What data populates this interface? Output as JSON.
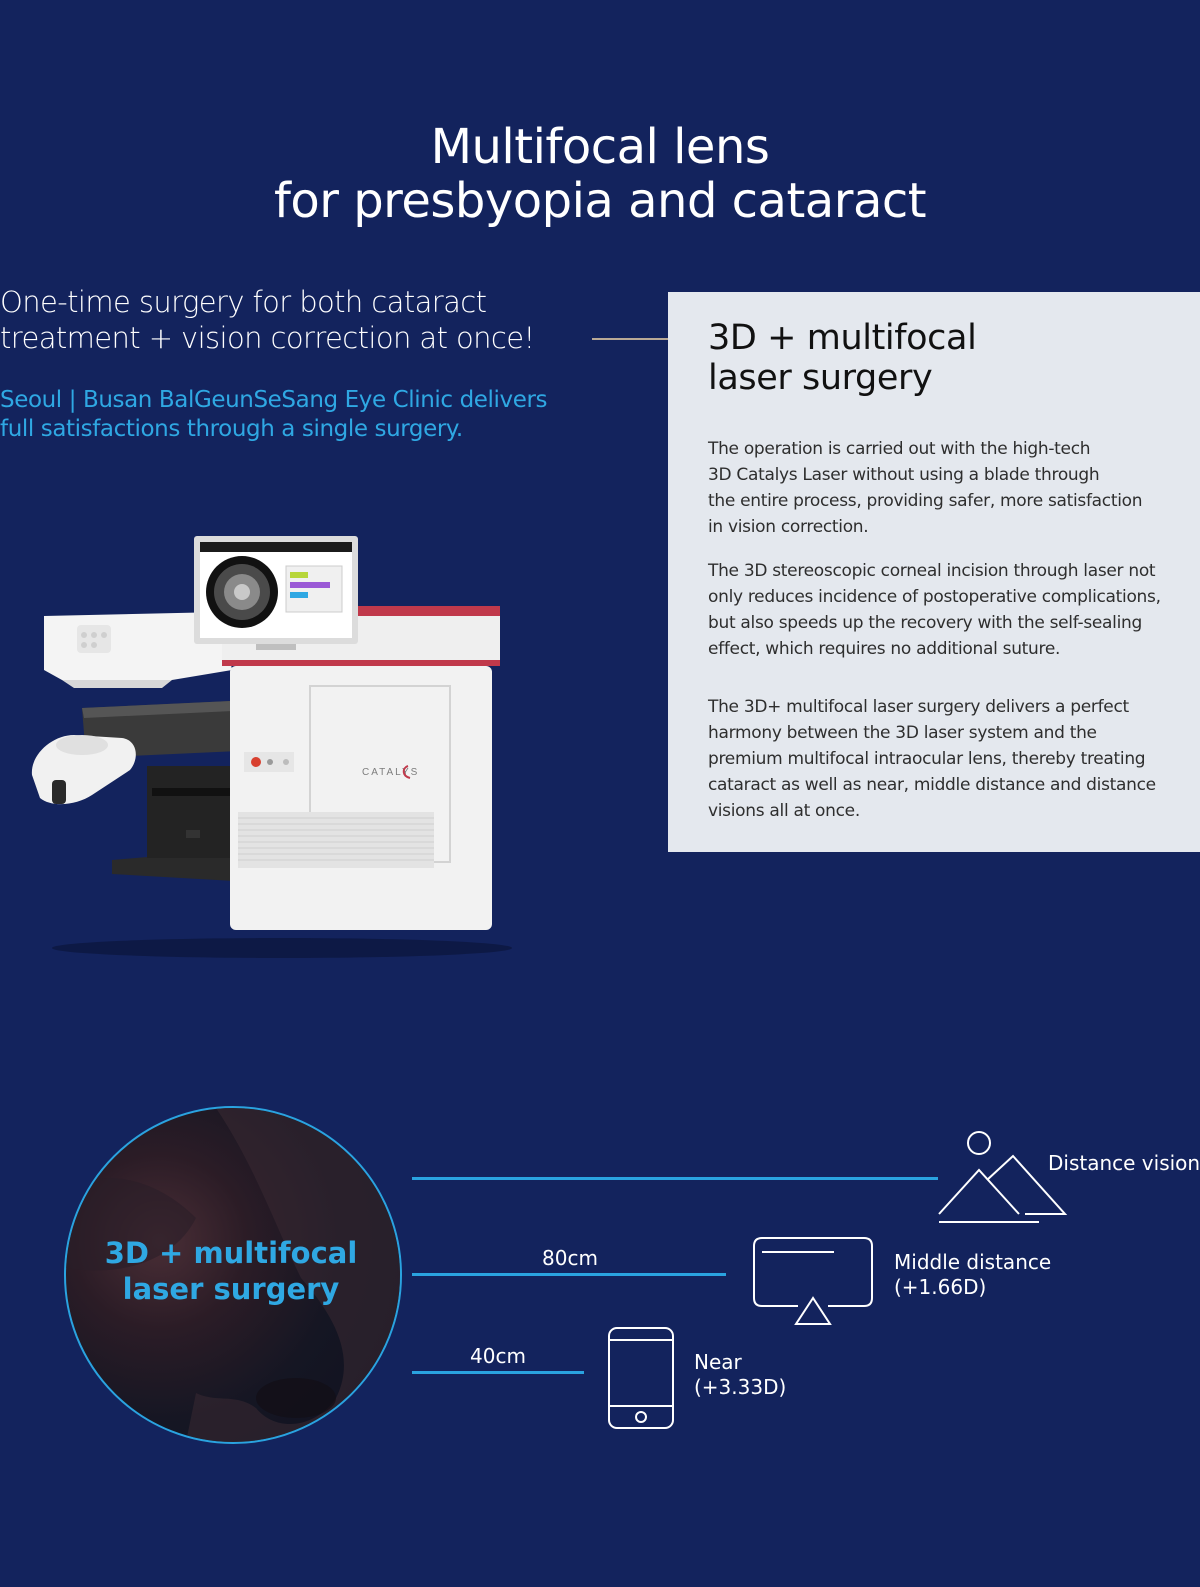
{
  "hero": {
    "title_line1": "Multifocal lens",
    "title_line2": "for presbyopia and cataract"
  },
  "intro": {
    "lead_line1": "One-time surgery for both cataract",
    "lead_line2": "treatment + vision correction at once!",
    "sub_line1": "Seoul | Busan BalGeunSeSang Eye Clinic delivers",
    "sub_line2": "full satisfactions through a single surgery."
  },
  "device": {
    "brand": "CATALYS"
  },
  "panel": {
    "title_line1": "3D + multifocal",
    "title_line2": "laser surgery",
    "paragraphs": [
      {
        "lines": [
          "The operation is carried out with the high-tech",
          "3D Catalys Laser without using a blade through",
          "the entire process, providing safer, more satisfaction",
          "in vision correction."
        ]
      },
      {
        "lines": [
          "The 3D stereoscopic corneal incision through laser not",
          "only reduces incidence of postoperative complications,",
          "but also speeds up the recovery with the self-sealing",
          "effect, which requires no additional suture."
        ]
      },
      {
        "lines": [
          "The 3D+ multifocal laser surgery delivers a perfect",
          "harmony between the 3D laser system and the",
          "premium multifocal intraocular lens, thereby treating",
          "cataract as well as near, middle distance and distance",
          "visions all at once."
        ]
      }
    ]
  },
  "vision": {
    "circle_line1": "3D + multifocal",
    "circle_line2": "laser surgery",
    "distance": {
      "label": "Distance visions",
      "icon": "landscape-icon"
    },
    "middle": {
      "measure": "80cm",
      "label_line1": "Middle distance",
      "label_line2": "(+1.66D)",
      "icon": "monitor-icon"
    },
    "near": {
      "measure": "40cm",
      "label_line1": "Near",
      "label_line2": "(+3.33D)",
      "icon": "smartphone-icon"
    }
  },
  "colors": {
    "background": "#13235d",
    "accent_blue": "#2fa8e3",
    "panel_bg": "#e4e8ee",
    "connector": "#b9a996",
    "device_red": "#c0394b"
  }
}
